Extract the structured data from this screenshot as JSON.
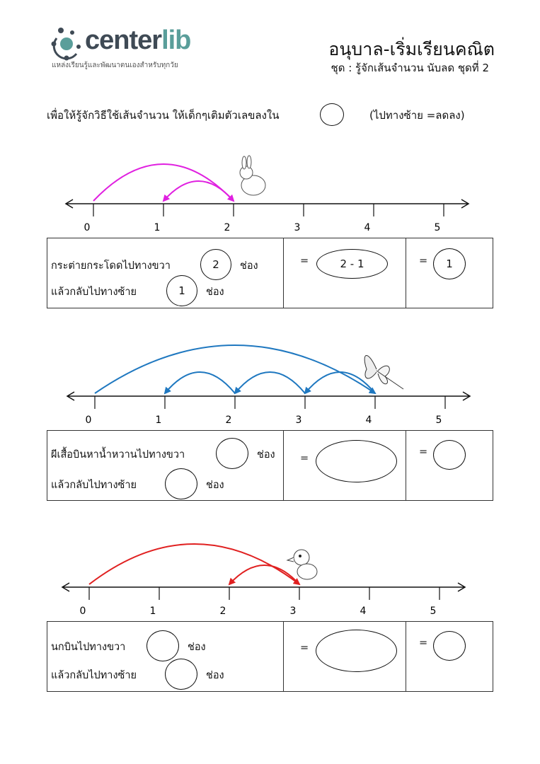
{
  "header": {
    "logo_main": "center",
    "logo_accent": "lib",
    "tagline": "แหล่งเรียนรู้และพัฒนาตนเองสำหรับทุกวัย",
    "title": "อนุบาล-เริ่มเรียนคณิต",
    "subtitle": "ชุด : รู้จักเส้นจำนวน นับลด ชุดที่ 2"
  },
  "instruction": {
    "text": "เพื่อให้รู้จักวิธีใช้เส้นจำนวน ให้เด็กๆเติมตัวเลขลงใน",
    "note": "(ไปทางซ้าย =ลดลง)"
  },
  "number_line_labels": [
    "0",
    "1",
    "2",
    "3",
    "4",
    "5"
  ],
  "colors": {
    "rabbit_arc": "#e020e0",
    "butterfly_arc": "#1f78c0",
    "bird_arc": "#e02020"
  },
  "exercises": [
    {
      "animal": "rabbit-icon",
      "line1": "กระต่ายกระโดดไปทางขวา",
      "answer1": "2",
      "unit": "ช่อง",
      "line2": "แล้วกลับไปทางซ้าย",
      "answer2": "1",
      "equals": "=",
      "expression": "2 - 1",
      "result": "1"
    },
    {
      "animal": "butterfly-icon",
      "line1": "ผีเสื้อบินหาน้ำหวานไปทางขวา",
      "answer1": "",
      "unit": "ช่อง",
      "line2": "แล้วกลับไปทางซ้าย",
      "answer2": "",
      "equals": "=",
      "expression": "",
      "result": ""
    },
    {
      "animal": "bird-icon",
      "line1": "นกบินไปทางขวา",
      "answer1": "",
      "unit": "ช่อง",
      "line2": "แล้วกลับไปทางซ้าย",
      "answer2": "",
      "equals": "=",
      "expression": "",
      "result": ""
    }
  ]
}
